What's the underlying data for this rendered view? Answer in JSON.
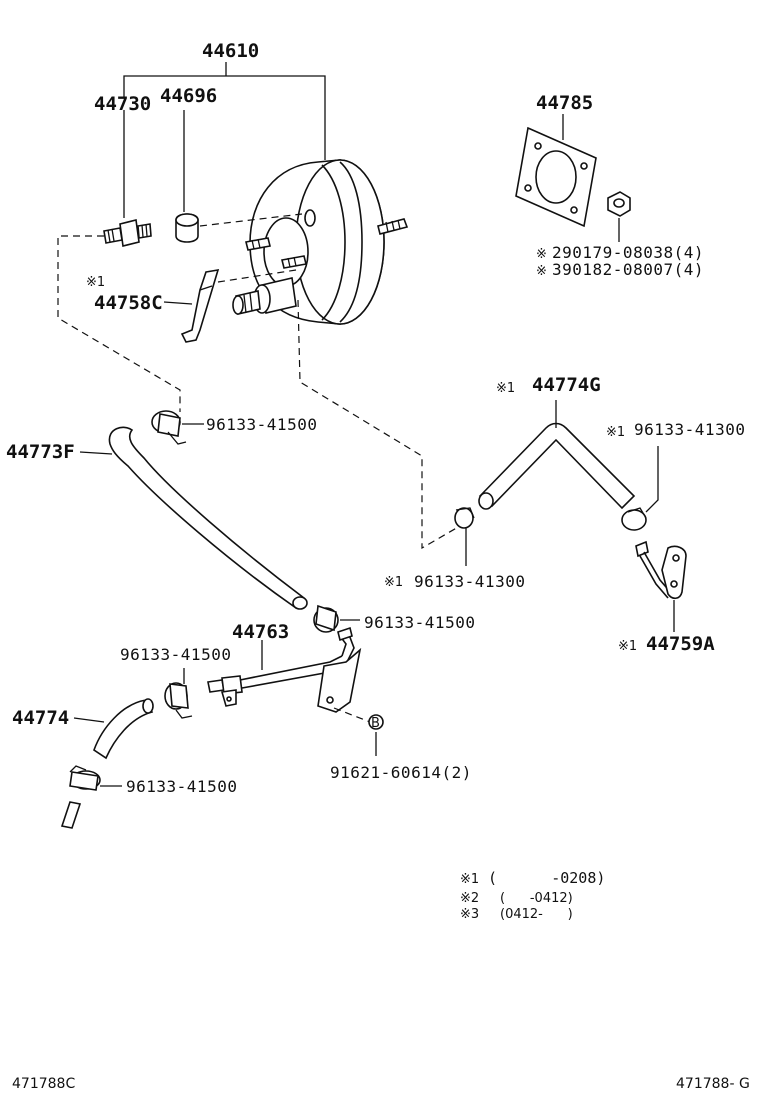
{
  "labels": {
    "booster": "44610",
    "check_valve": "44730",
    "grommet": "44696",
    "gasket": "44785",
    "bolt_a": "290179-08038(4)",
    "bolt_b": "390182-08007(4)",
    "bracket": "44758C",
    "bracket_mark": "※1",
    "clamp_upper": "96133-41500",
    "hose_f": "44773F",
    "hose_g": "44774G",
    "hose_g_mark": "※1",
    "clamp_right": "96133-41300",
    "clamp_right_mark": "※1",
    "clamp_center": "96133-41300",
    "clamp_center_mark": "※1",
    "bracket_a": "44759A",
    "bracket_a_mark": "※1",
    "clamp_mid": "96133-41500",
    "pipe": "44763",
    "clamp_left": "96133-41500",
    "hose_lower": "44774",
    "clamp_bottom": "96133-41500",
    "bolt_b_ref": "91621-60614(2)",
    "b_marker": "B",
    "mark_ref1": "※",
    "mark_ref2": "※"
  },
  "notes": [
    {
      "mark": "※1",
      "range": "(      -0208)"
    },
    {
      "mark": "※2",
      "range": "(      -0412)"
    },
    {
      "mark": "※3",
      "range": "(0412-      )"
    }
  ],
  "footer": {
    "left_code": "471788C",
    "right_code": "471788- G"
  }
}
